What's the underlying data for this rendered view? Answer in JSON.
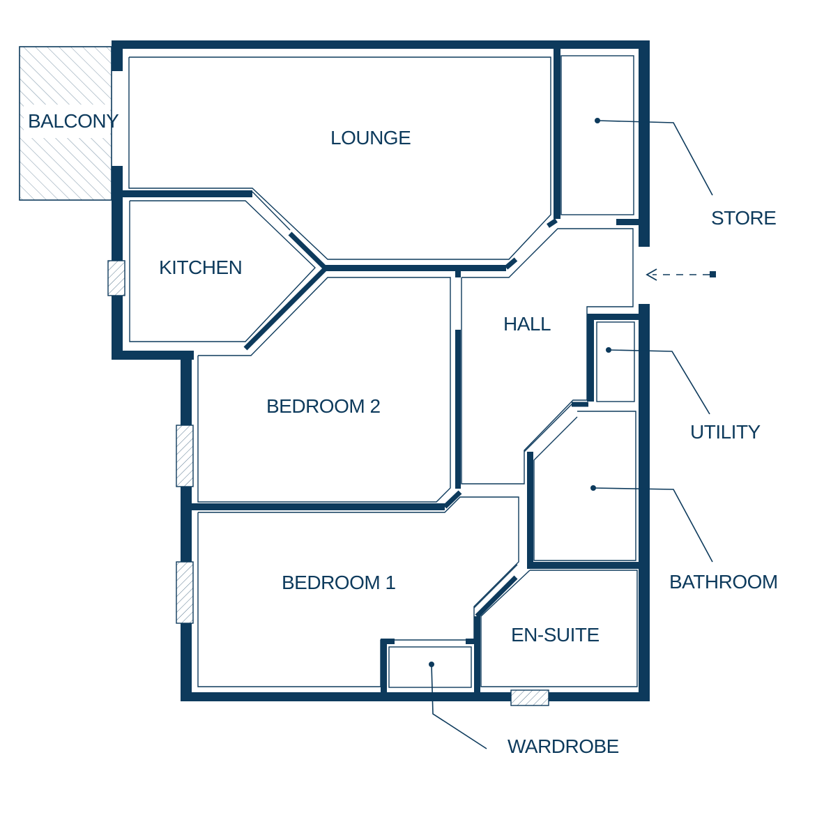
{
  "rooms": {
    "balcony": "BALCONY",
    "lounge": "LOUNGE",
    "kitchen": "KITCHEN",
    "hall": "HALL",
    "bedroom2": "BEDROOM 2",
    "bedroom1": "BEDROOM 1",
    "ensuite": "EN-SUITE"
  },
  "callouts": {
    "store": "STORE",
    "utility": "UTILITY",
    "bathroom": "BATHROOM",
    "wardrobe": "WARDROBE"
  },
  "colors": {
    "wall": "#0d3a5c",
    "background": "#ffffff"
  }
}
